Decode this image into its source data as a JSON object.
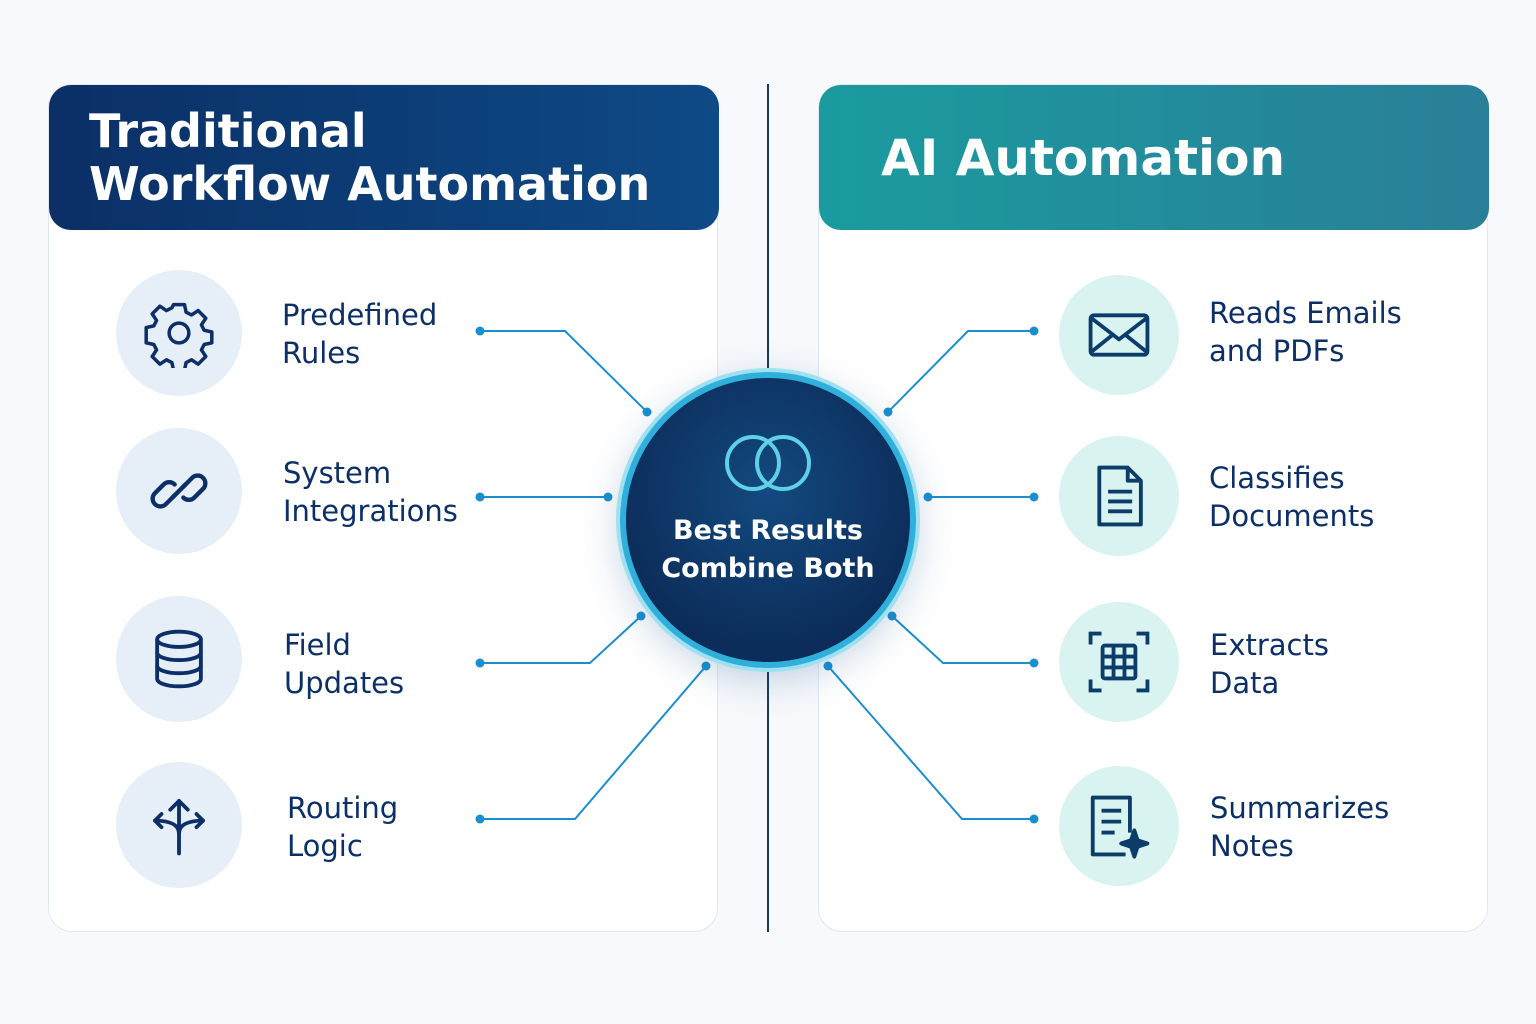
{
  "left": {
    "title_lines": [
      "Traditional",
      "Workflow Automation"
    ],
    "items": [
      {
        "icon": "gear-icon",
        "lines": [
          "Predefined",
          "Rules"
        ]
      },
      {
        "icon": "link-icon",
        "lines": [
          "System",
          "Integrations"
        ]
      },
      {
        "icon": "database-icon",
        "lines": [
          "Field",
          "Updates"
        ]
      },
      {
        "icon": "routing-arrows-icon",
        "lines": [
          "Routing",
          "Logic"
        ]
      }
    ]
  },
  "right": {
    "title_lines": [
      "AI Automation"
    ],
    "items": [
      {
        "icon": "envelope-icon",
        "lines": [
          "Reads Emails",
          "and PDFs"
        ]
      },
      {
        "icon": "document-icon",
        "lines": [
          "Classifies",
          "Documents"
        ]
      },
      {
        "icon": "table-scan-icon",
        "lines": [
          "Extracts",
          "Data"
        ]
      },
      {
        "icon": "notes-sparkle-icon",
        "lines": [
          "Summarizes",
          "Notes"
        ]
      }
    ]
  },
  "center": {
    "icon": "overlapping-rings-icon",
    "lines": [
      "Best Results",
      "Combine Both"
    ]
  },
  "colors": {
    "traditional_header": "#0b2f66",
    "ai_header": "#1a9b9f",
    "connector": "#1a8fd0",
    "text": "#0b2f66"
  }
}
